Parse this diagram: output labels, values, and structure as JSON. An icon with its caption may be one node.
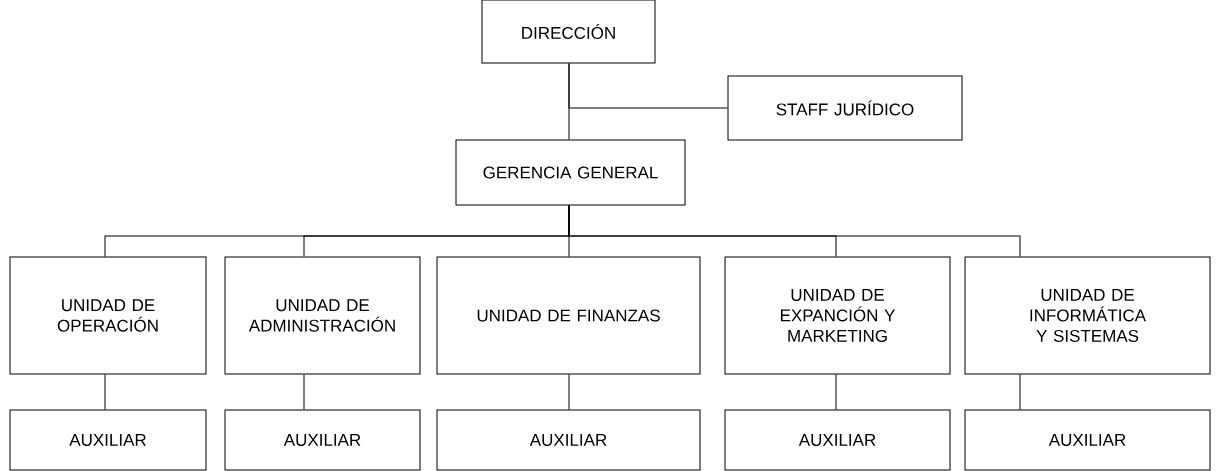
{
  "diagram": {
    "nodes": [
      {
        "text": [
          "DIRECCIÓN"
        ]
      },
      {
        "text": [
          "STAFF JURÍDICO"
        ]
      },
      {
        "text": [
          "GERENCIA GENERAL"
        ]
      },
      {
        "text": [
          "UNIDAD DE OPERACIÓN"
        ]
      },
      {
        "text": [
          "UNIDAD DE ADMINISTRACIÓN"
        ]
      },
      {
        "text": [
          "UNIDAD DE FINANZAS"
        ]
      },
      {
        "text": [
          "UNIDAD DE EXPANCIÓN Y MARKETING"
        ]
      },
      {
        "text": [
          "UNIDAD DE INFORMÁTICA Y SISTEMAS"
        ]
      },
      {
        "text": [
          "AUXILIAR"
        ]
      },
      {
        "text": [
          "AUXILIAR"
        ]
      },
      {
        "text": [
          "AUXILIAR"
        ]
      },
      {
        "text": [
          "AUXILIAR"
        ]
      },
      {
        "text": [
          "AUXILIAR"
        ]
      }
    ],
    "edges": [
      {
        "from": 0,
        "to": 2,
        "arrow": "none"
      },
      {
        "from": 0,
        "to": 1,
        "arrow": "none"
      },
      {
        "from": 2,
        "to": 3,
        "arrow": "none"
      },
      {
        "from": 2,
        "to": 4,
        "arrow": "none"
      },
      {
        "from": 2,
        "to": 5,
        "arrow": "none"
      },
      {
        "from": 2,
        "to": 6,
        "arrow": "none"
      },
      {
        "from": 2,
        "to": 7,
        "arrow": "none"
      },
      {
        "from": 3,
        "to": 8,
        "arrow": "none"
      },
      {
        "from": 4,
        "to": 9,
        "arrow": "none"
      },
      {
        "from": 5,
        "to": 10,
        "arrow": "none"
      },
      {
        "from": 6,
        "to": 11,
        "arrow": "none"
      },
      {
        "from": 7,
        "to": 12,
        "arrow": "none"
      }
    ]
  }
}
